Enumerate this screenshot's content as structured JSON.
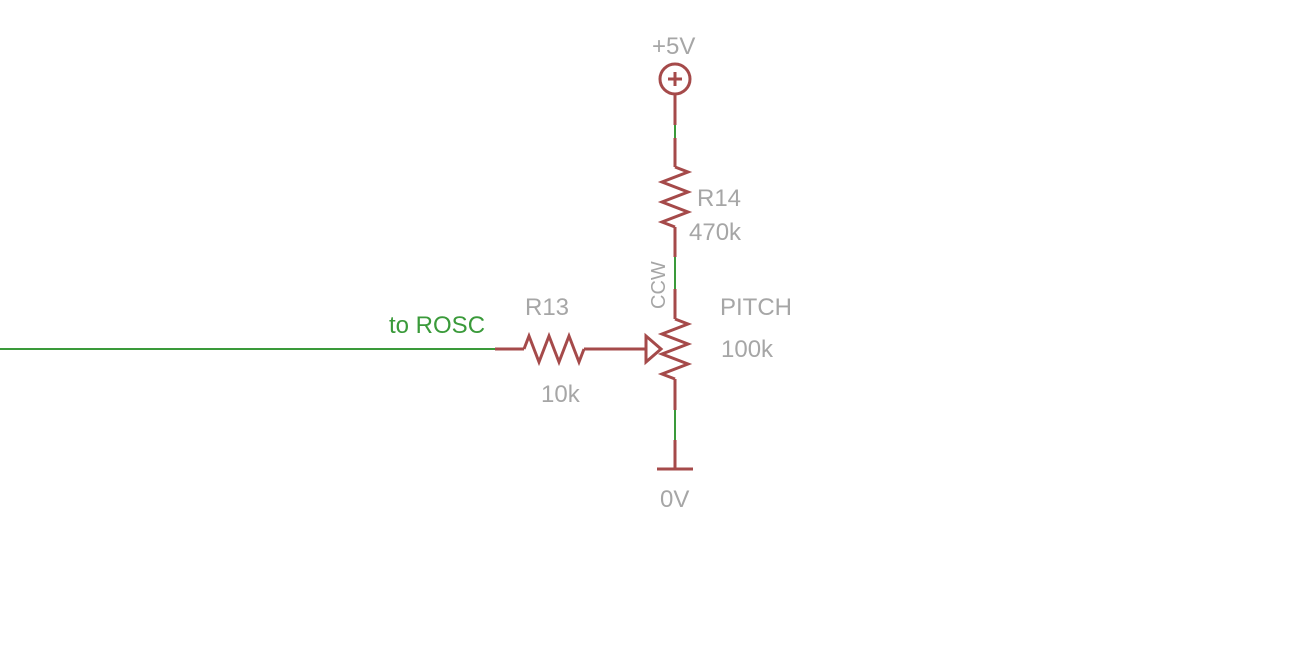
{
  "schematic": {
    "supply": {
      "label": "+5V"
    },
    "ground": {
      "label": "0V"
    },
    "r14": {
      "name": "R14",
      "value": "470k"
    },
    "r13": {
      "name": "R13",
      "value": "10k"
    },
    "pot": {
      "name": "PITCH",
      "value": "100k",
      "pin_label": "CCW"
    },
    "net": {
      "label": "to ROSC"
    }
  },
  "colors": {
    "component": "#a54a4a",
    "wire": "#3a9a3a",
    "text": "#a6a6a6",
    "background": "#ffffff"
  }
}
